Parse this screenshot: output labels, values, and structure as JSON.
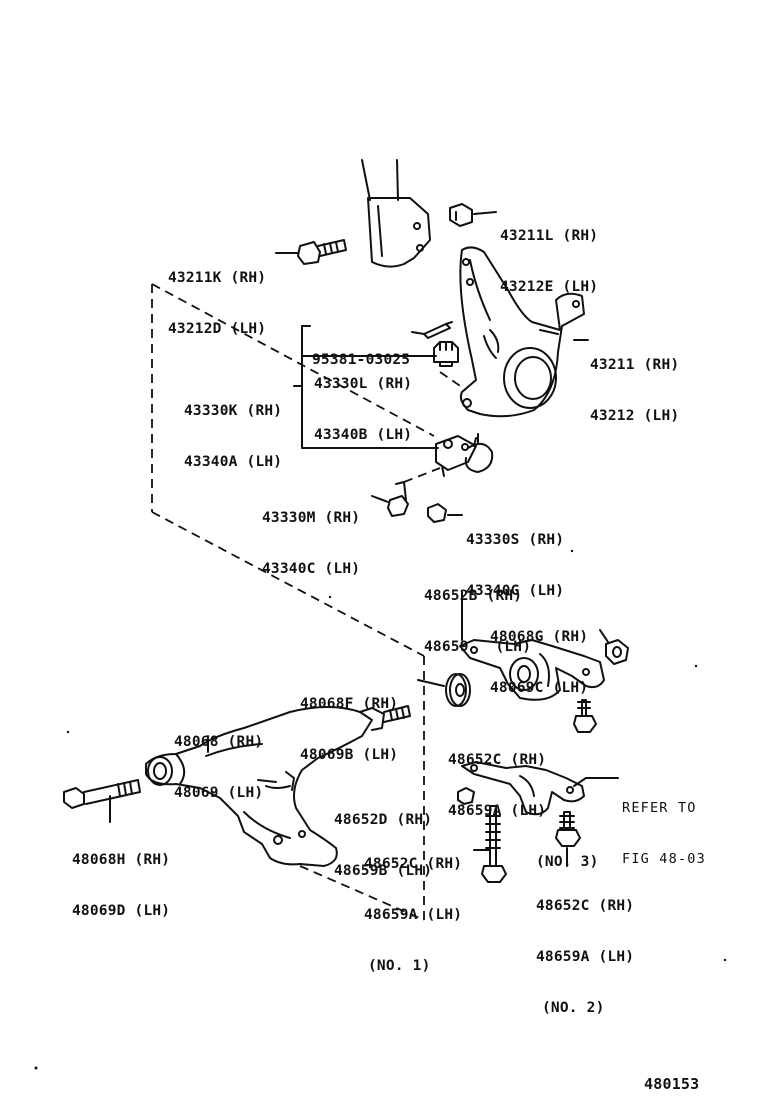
{
  "diagram_id": "480153",
  "labels": {
    "l43211L": [
      "43211L (RH)",
      "43212E (LH)"
    ],
    "l43211K": [
      "43211K (RH)",
      "43212D (LH)"
    ],
    "l43211": [
      "43211 (RH)",
      "43212 (LH)"
    ],
    "l95381": [
      "95381-03025"
    ],
    "l43330L": [
      "43330L (RH)",
      "43340B (LH)"
    ],
    "l43330K": [
      "43330K (RH)",
      "43340A (LH)"
    ],
    "l43330M": [
      "43330M (RH)",
      "43340C (LH)"
    ],
    "l43330S": [
      "43330S (RH)",
      "43340G (LH)"
    ],
    "l48652B": [
      "48652B (RH)",
      "48659   (LH)"
    ],
    "l48068G": [
      "48068G (RH)",
      "48069C (LH)"
    ],
    "l48068F": [
      "48068F (RH)",
      "48069B (LH)"
    ],
    "l48068": [
      "48068 (RH)",
      "48069 (LH)"
    ],
    "l48652C3": [
      "48652C (RH)",
      "48659A (LH)",
      "(NO. 3)"
    ],
    "lRefer": [
      "REFER TO",
      "FIG 48-03"
    ],
    "l48652D": [
      "48652D (RH)",
      "48659B (LH)"
    ],
    "l48068H": [
      "48068H (RH)",
      "48069D (LH)"
    ],
    "l48652C1": [
      "48652C (RH)",
      "48659A (LH)",
      "(NO. 1)"
    ],
    "l48652C2": [
      "48652C (RH)",
      "48659A (LH)",
      "(NO. 2)"
    ]
  }
}
